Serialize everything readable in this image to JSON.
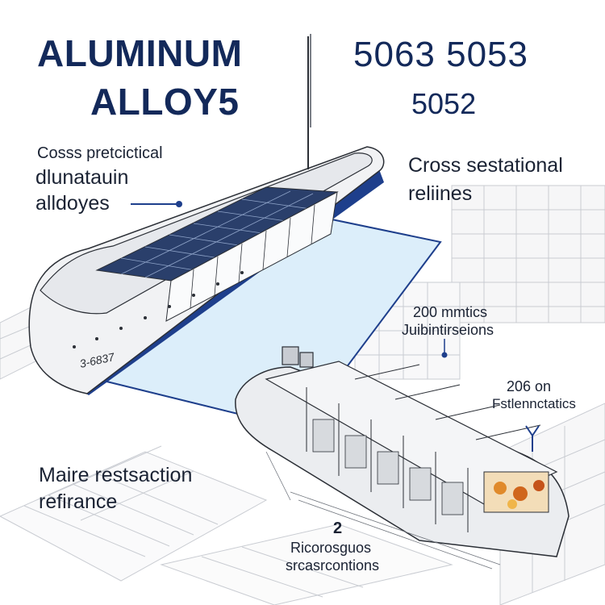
{
  "title": {
    "line1": "ALUMINUM",
    "line2": "ALLOY5"
  },
  "grades": {
    "line1": "5063 5053",
    "line2": "5052"
  },
  "left_label": {
    "line1": "Cosss pretcictical",
    "line2": "dlunatauin",
    "line3": "alldoyes"
  },
  "right_label": {
    "line1": "Cross sestational",
    "line2": "reliines"
  },
  "callout_200": {
    "line1": "200 mmtics",
    "line2": "Juibintirseions"
  },
  "callout_206": {
    "line1": "206 on",
    "line2": "Fstlennctatics"
  },
  "bottom_left": {
    "line1": "Maire restsaction",
    "line2": "refirance"
  },
  "bottom_center": {
    "number": "2",
    "line1": "Ricorosguos",
    "line2": "srcasrcontions"
  },
  "hull_marking": "3-6837",
  "colors": {
    "navy": "#13295a",
    "hull_blue": "#1e3f8c",
    "water": "#dceefa",
    "line": "#2b2f36"
  }
}
